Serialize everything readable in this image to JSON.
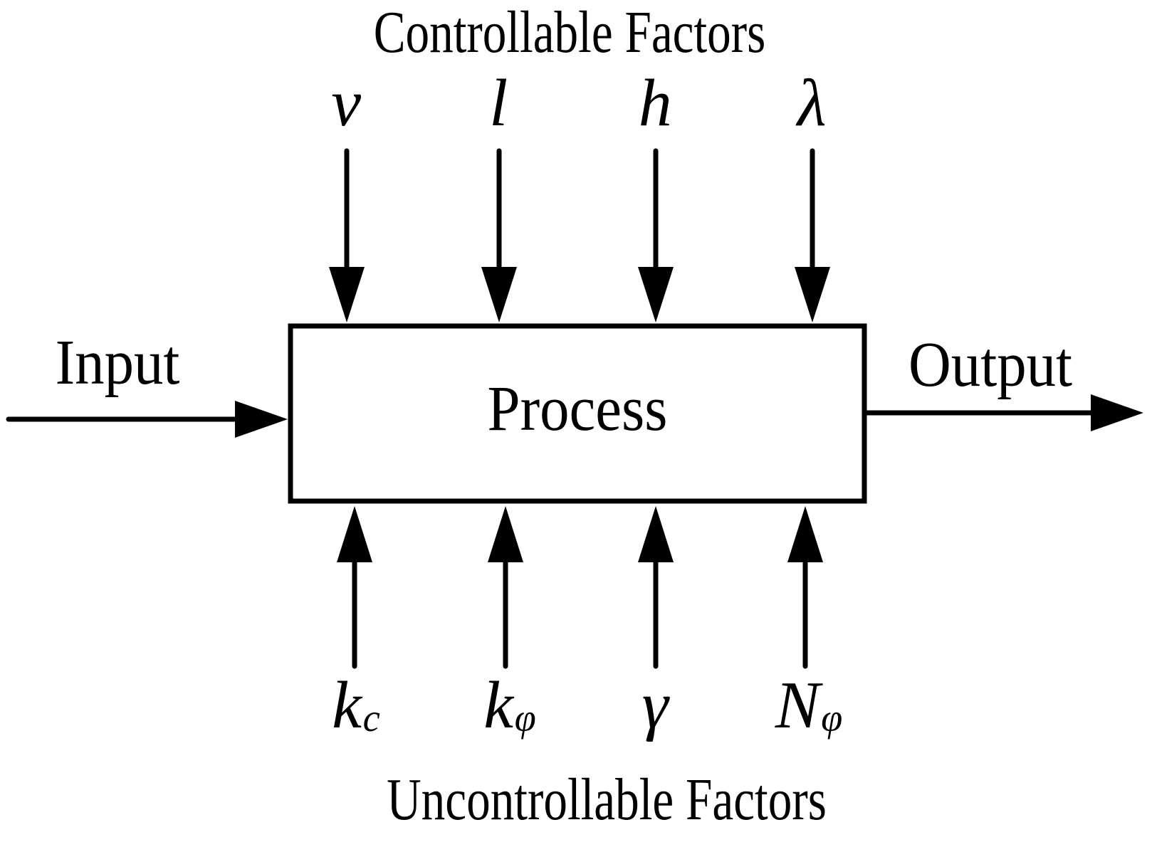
{
  "diagram": {
    "title_top": "Controllable Factors",
    "title_bottom": "Uncontrollable Factors",
    "process_label": "Process",
    "input_label": "Input",
    "output_label": "Output",
    "controllable_factors": [
      {
        "base": "v",
        "sub": ""
      },
      {
        "base": "l",
        "sub": ""
      },
      {
        "base": "h",
        "sub": ""
      },
      {
        "base": "λ",
        "sub": ""
      }
    ],
    "uncontrollable_factors": [
      {
        "base": "k",
        "sub": "c"
      },
      {
        "base": "k",
        "sub": "φ"
      },
      {
        "base": "γ",
        "sub": ""
      },
      {
        "base": "N",
        "sub": "φ"
      }
    ],
    "colors": {
      "ink": "#000000",
      "background": "#ffffff"
    }
  }
}
